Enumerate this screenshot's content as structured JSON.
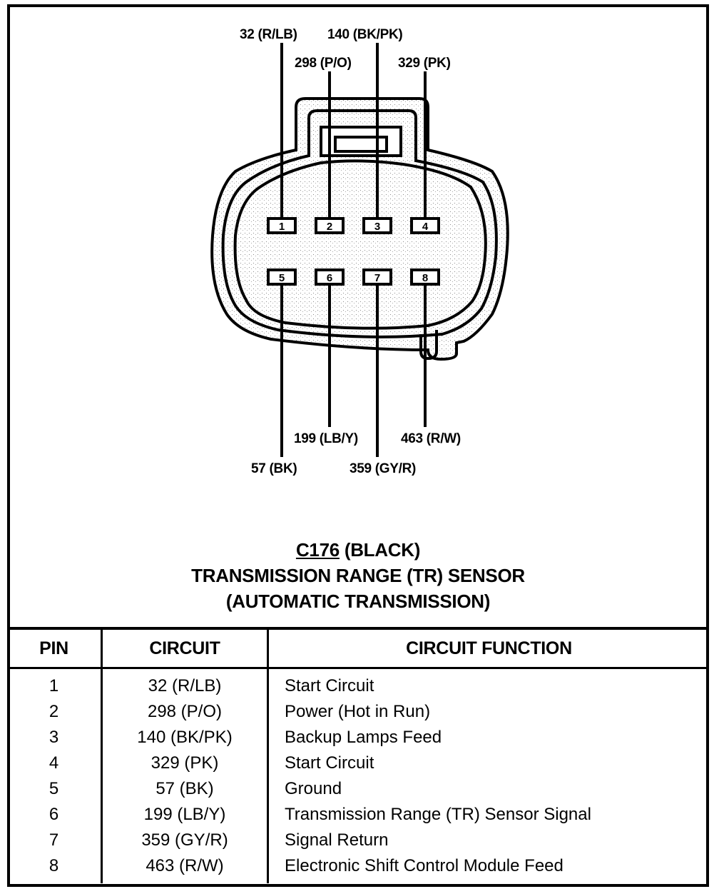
{
  "connector": {
    "id": "C176",
    "color_label": "(BLACK)",
    "title_line2": "TRANSMISSION RANGE (TR) SENSOR",
    "title_line3": "(AUTOMATIC TRANSMISSION)"
  },
  "wire_labels": {
    "top": [
      {
        "pin": 1,
        "text": "32 (R/LB)"
      },
      {
        "pin": 2,
        "text": "298 (P/O)"
      },
      {
        "pin": 3,
        "text": "140 (BK/PK)"
      },
      {
        "pin": 4,
        "text": "329 (PK)"
      }
    ],
    "bottom": [
      {
        "pin": 5,
        "text": "57 (BK)"
      },
      {
        "pin": 6,
        "text": "199 (LB/Y)"
      },
      {
        "pin": 7,
        "text": "359 (GY/R)"
      },
      {
        "pin": 8,
        "text": "463 (R/W)"
      }
    ]
  },
  "pin_numbers": [
    "1",
    "2",
    "3",
    "4",
    "5",
    "6",
    "7",
    "8"
  ],
  "table": {
    "headers": [
      "PIN",
      "CIRCUIT",
      "CIRCUIT FUNCTION"
    ],
    "rows": [
      {
        "pin": "1",
        "circuit": "32 (R/LB)",
        "function": "Start Circuit"
      },
      {
        "pin": "2",
        "circuit": "298 (P/O)",
        "function": "Power (Hot in Run)"
      },
      {
        "pin": "3",
        "circuit": "140 (BK/PK)",
        "function": "Backup Lamps Feed"
      },
      {
        "pin": "4",
        "circuit": "329 (PK)",
        "function": "Start Circuit"
      },
      {
        "pin": "5",
        "circuit": "57 (BK)",
        "function": "Ground"
      },
      {
        "pin": "6",
        "circuit": "199 (LB/Y)",
        "function": "Transmission Range (TR) Sensor Signal"
      },
      {
        "pin": "7",
        "circuit": "359 (GY/R)",
        "function": "Signal Return"
      },
      {
        "pin": "8",
        "circuit": "463 (R/W)",
        "function": "Electronic Shift Control Module Feed"
      }
    ]
  }
}
